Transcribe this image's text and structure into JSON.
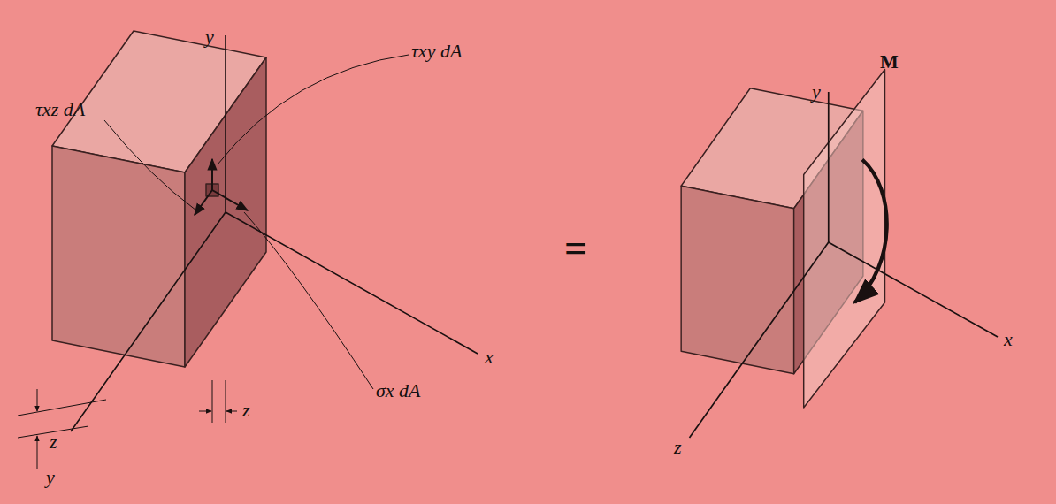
{
  "diagram": {
    "labels": [
      "y",
      "τxy dA",
      "τxz dA",
      "x",
      "σx dA",
      "z",
      "z",
      "y",
      "=",
      "y",
      "M",
      "x",
      "z"
    ]
  }
}
